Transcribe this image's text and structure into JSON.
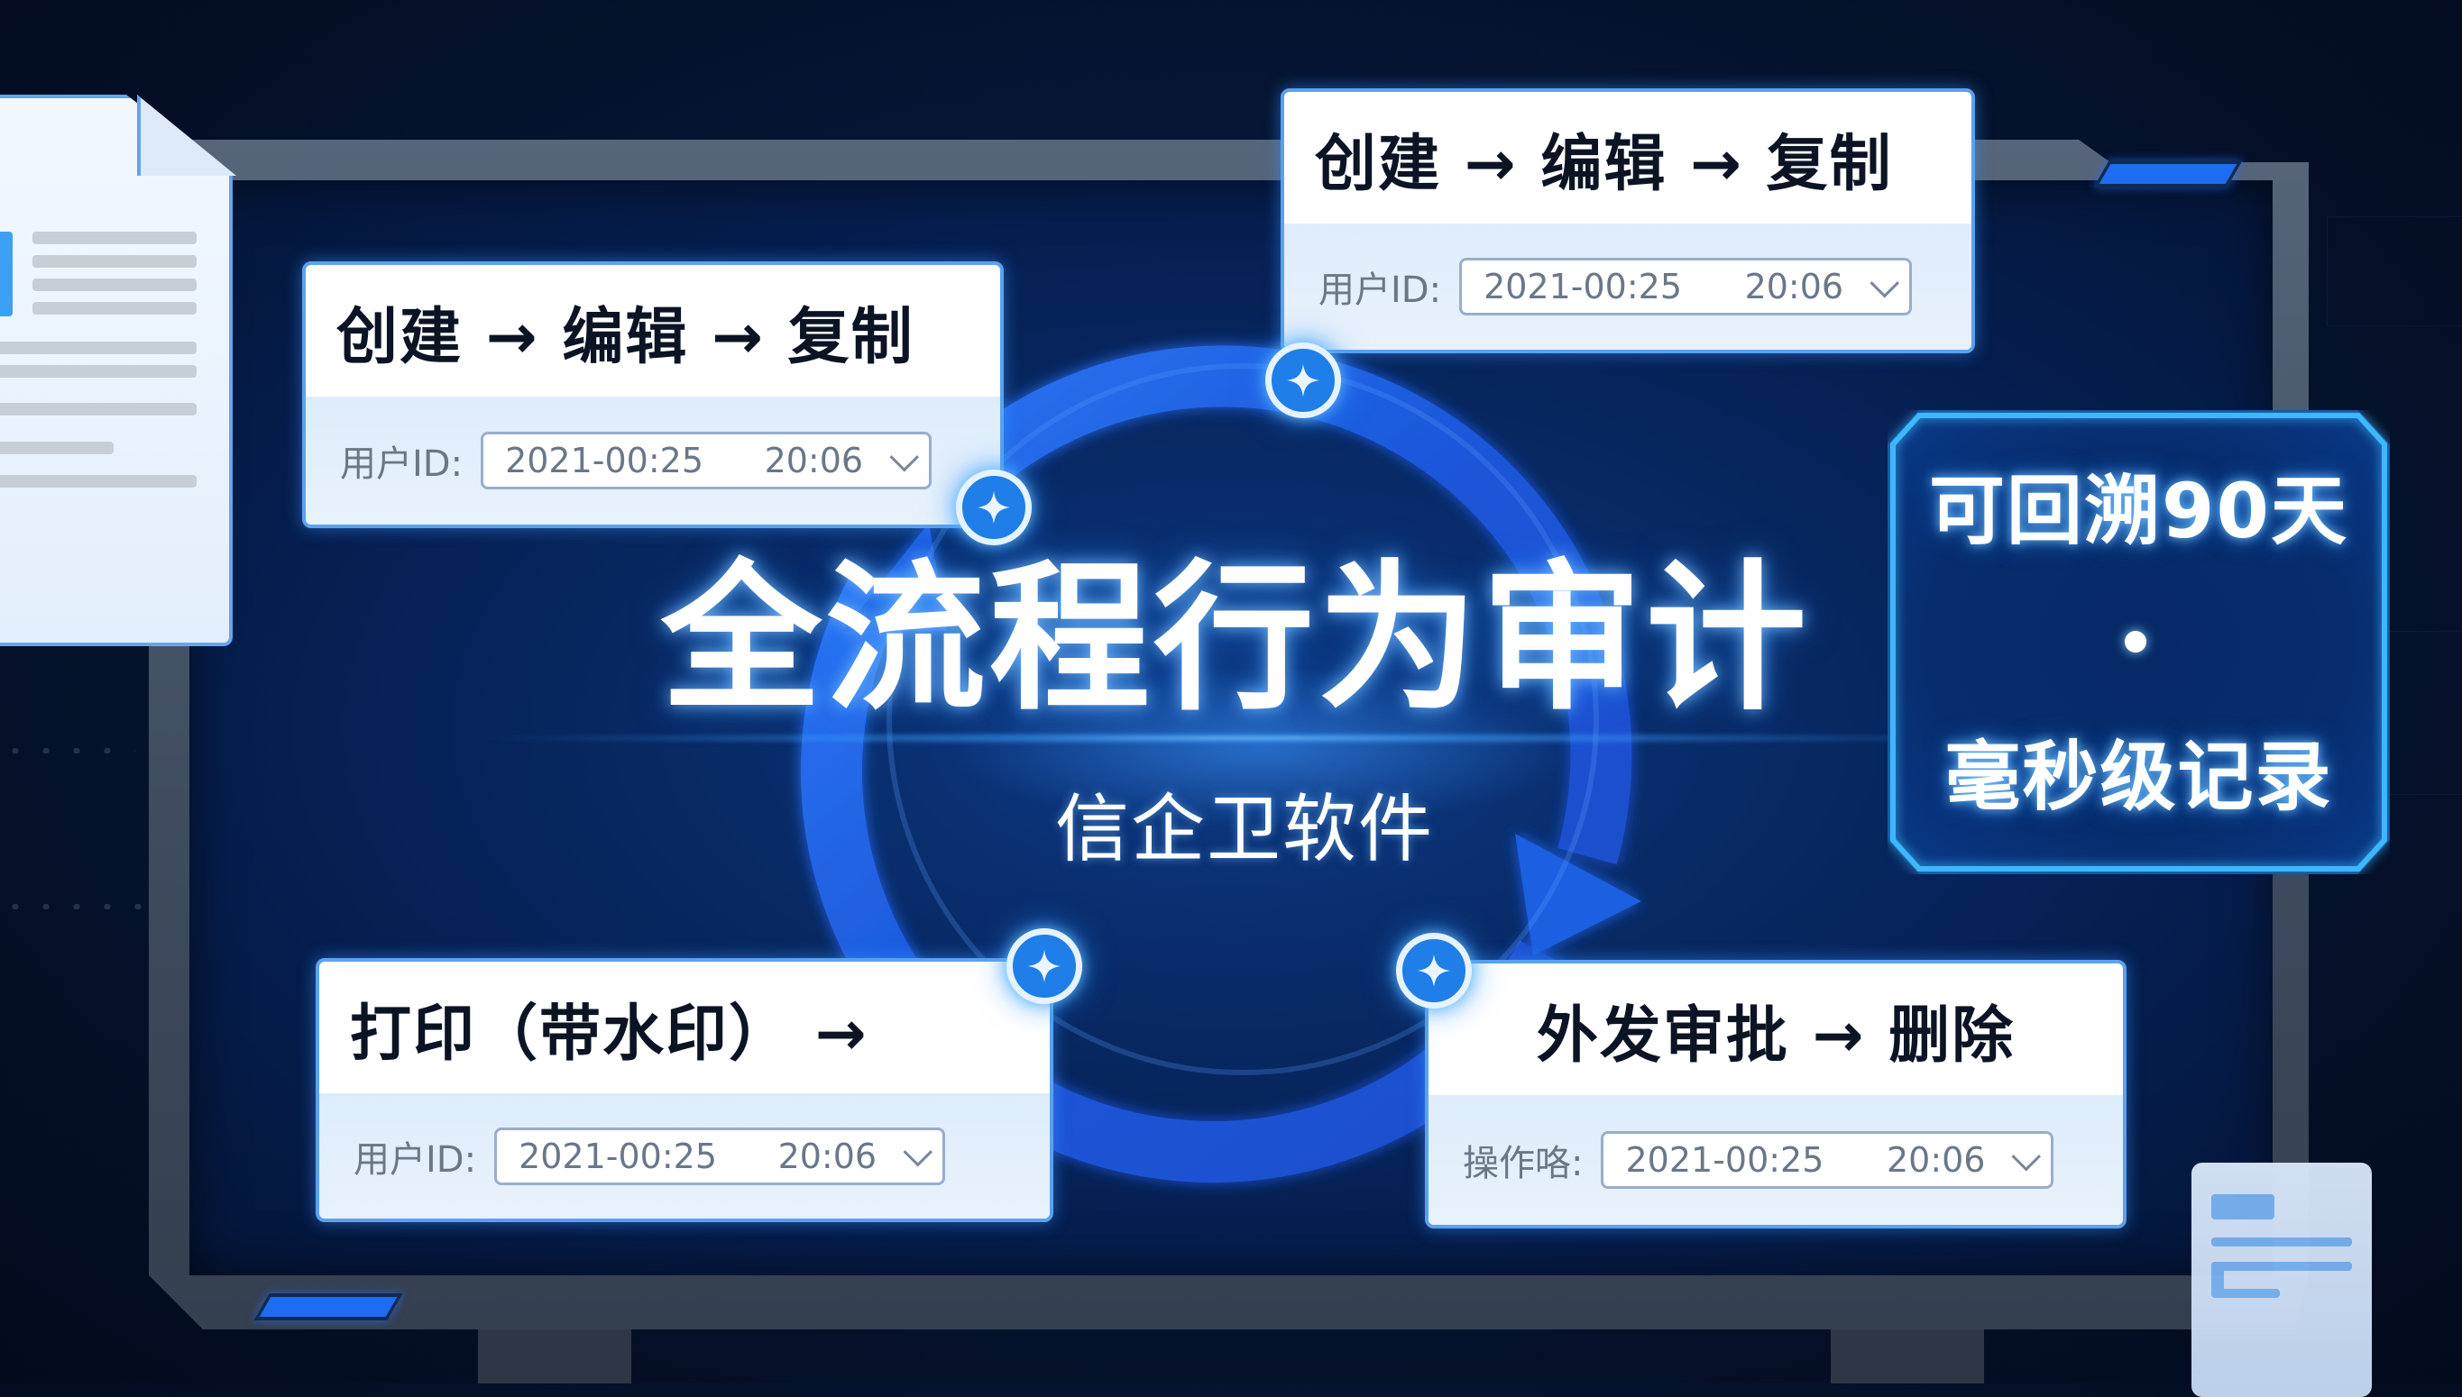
{
  "title": {
    "main": "全流程行为审计",
    "subtitle": "信企卫软件"
  },
  "badge": {
    "line1": "可回溯90天",
    "separator": "·",
    "line2": "毫秒级记录"
  },
  "cards": [
    {
      "position": "top-left",
      "title": "创建 → 编辑 → 复制",
      "label": "用户ID:",
      "date": "2021-00:25",
      "time": "20:06"
    },
    {
      "position": "top-right",
      "title": "创建 → 编辑 → 复制",
      "label": "用户ID:",
      "date": "2021-00:25",
      "time": "20:06"
    },
    {
      "position": "bottom-left",
      "title": "打印（带水印） →",
      "label": "用户ID:",
      "date": "2021-00:25",
      "time": "20:06"
    },
    {
      "position": "bottom-right",
      "title": "外发审批 → 删除",
      "label": "操作咯:",
      "date": "2021-00:25",
      "time": "20:06"
    }
  ],
  "icons": {
    "node": "sparkle-star-icon",
    "dropdown": "chevron-down-icon",
    "document": "document-icon"
  },
  "colors": {
    "background": "#041639",
    "accent_blue": "#1f7ee8",
    "ring_blue": "#1d5fe0",
    "card_border": "#5aa2ee",
    "badge_border": "#3cb8ff",
    "frame_gray": "#4a576b"
  }
}
